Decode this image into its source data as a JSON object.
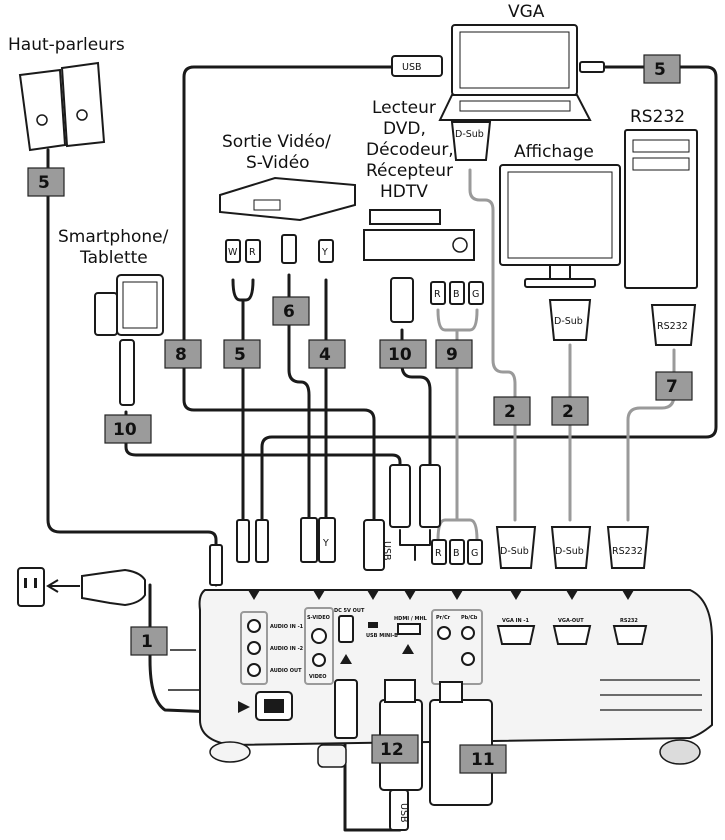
{
  "labels": {
    "vga": "VGA",
    "speakers": "Haut-parleurs",
    "video_out_line1": "Sortie Vidéo/",
    "video_out_line2": "S-Vidéo",
    "dvd_line1": "Lecteur",
    "dvd_line2": "DVD,",
    "dvd_line3": "Décodeur,",
    "dvd_line4": "Récepteur",
    "dvd_line5": "HDTV",
    "display": "Affichage",
    "rs232": "RS232",
    "phone_line1": "Smartphone/",
    "phone_line2": "Tablette"
  },
  "cable_badges": [
    "5",
    "5",
    "6",
    "4",
    "8",
    "5",
    "10",
    "9",
    "2",
    "2",
    "7",
    "10",
    "1",
    "12",
    "11"
  ],
  "plug_labels": {
    "usb": "USB",
    "dsub": "D-Sub",
    "rs232": "RS232",
    "w": "W",
    "r": "R",
    "y": "Y",
    "rca_r": "R",
    "rca_b": "B",
    "rca_g": "G"
  },
  "port_labels": {
    "audio_in_1": "AUDIO IN -1",
    "audio_in_2": "AUDIO IN -2",
    "audio_out": "AUDIO OUT",
    "s_video": "S-VIDEO",
    "video": "VIDEO",
    "dc_5v_out": "DC 5V OUT",
    "usb_mini_b": "USB MINI-B",
    "hdmi_mhl": "HDMI / MHL",
    "pr_cr": "Pr/Cr",
    "pb_cb": "Pb/Cb",
    "vga_in_1": "VGA IN -1",
    "vga_out": "VGA-OUT",
    "rs232": "RS232"
  },
  "colors": {
    "cable_dark": "#1a1a1a",
    "cable_grey": "#9a9a9a",
    "badge_fill": "#9b9b9b",
    "projector_fill": "#f4f4f4"
  }
}
